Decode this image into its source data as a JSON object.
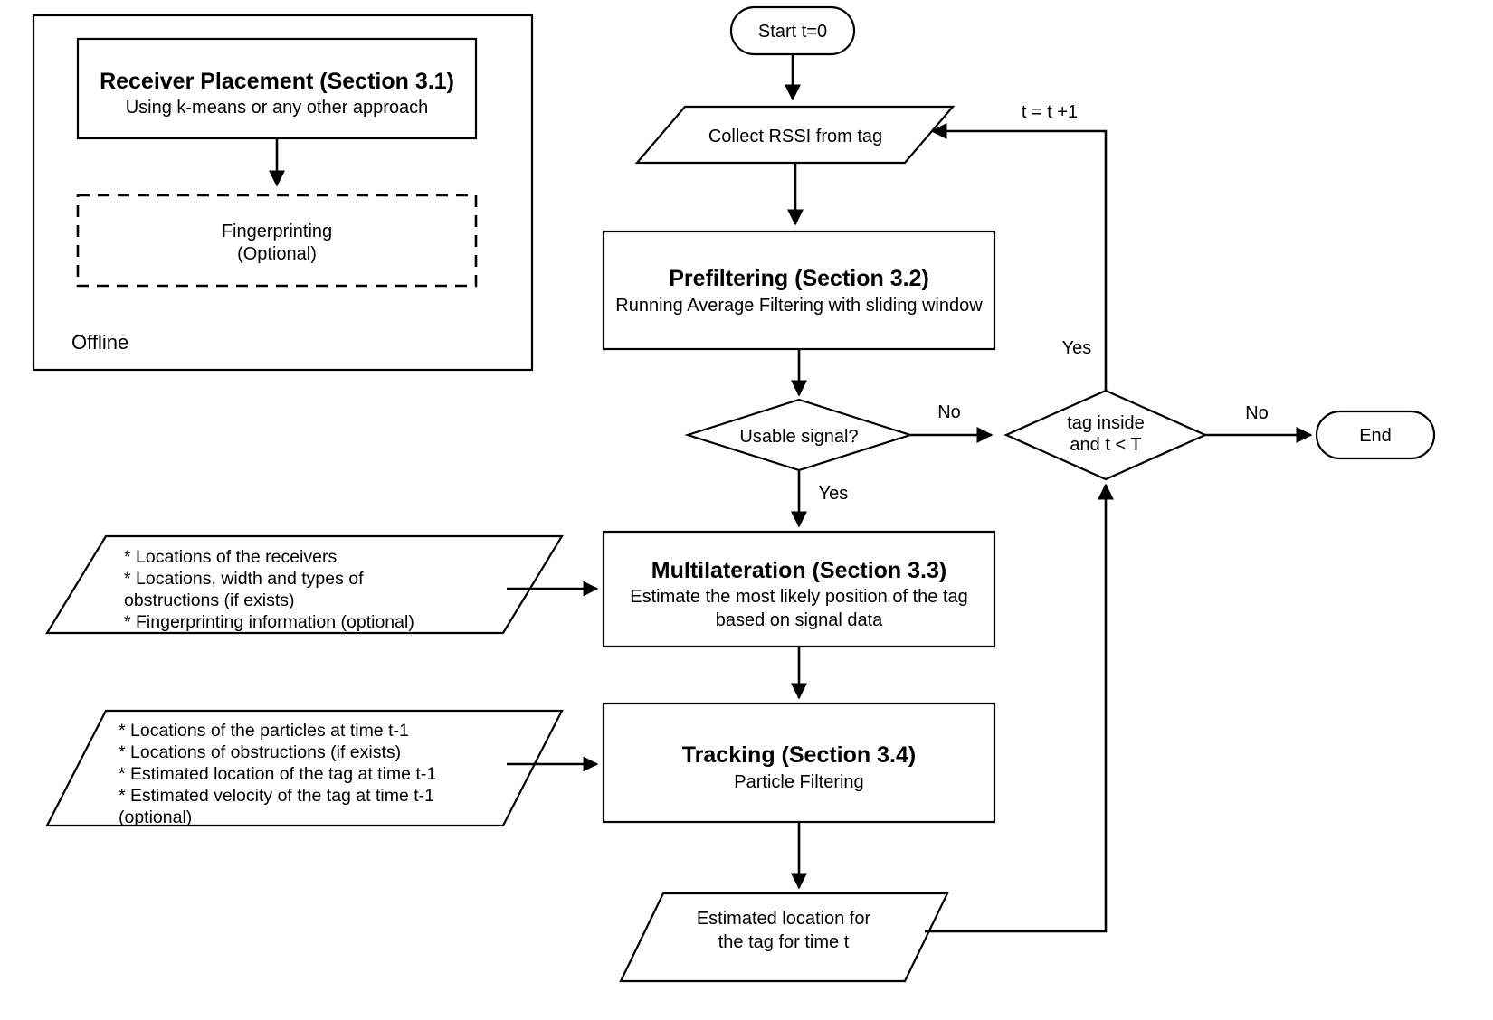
{
  "diagram": {
    "title": "Indoor localization pipeline flowchart",
    "type": "flowchart",
    "colors": {
      "stroke": "#000000",
      "fill": "#ffffff",
      "text": "#000000"
    }
  },
  "offline_group": {
    "label": "Offline",
    "receiver_placement": {
      "title": "Receiver Placement (Section 3.1)",
      "subtitle": "Using k-means or any other approach"
    },
    "fingerprinting": {
      "line1": "Fingerprinting",
      "line2": "(Optional)"
    }
  },
  "online_flow": {
    "start": "Start t=0",
    "collect": "Collect RSSI from tag",
    "prefiltering": {
      "title": "Prefiltering (Section 3.2)",
      "subtitle": "Running Average Filtering with sliding window"
    },
    "usable_signal": "Usable signal?",
    "loop_decision": {
      "line1": "tag inside",
      "line2": "and t < T"
    },
    "multilateration": {
      "title": "Multilateration (Section 3.3)",
      "subtitle_line1": "Estimate the most likely position of the tag",
      "subtitle_line2": "based on signal data"
    },
    "tracking": {
      "title": "Tracking (Section 3.4)",
      "subtitle": "Particle Filtering"
    },
    "output": {
      "line1": "Estimated location for",
      "line2": "the tag for time t"
    },
    "end": "End"
  },
  "inputs": {
    "multilateration_inputs": [
      "* Locations of the receivers",
      "* Locations, width and types of",
      "obstructions (if exists)",
      "* Fingerprinting information (optional)"
    ],
    "tracking_inputs": [
      "* Locations of the particles at time t-1",
      "* Locations of obstructions (if exists)",
      "* Estimated location of the tag at time t-1",
      "* Estimated velocity of the tag at time t-1",
      "(optional)"
    ]
  },
  "edge_labels": {
    "increment": "t = t +1",
    "usable_no": "No",
    "usable_yes": "Yes",
    "loop_yes": "Yes",
    "loop_no": "No"
  }
}
